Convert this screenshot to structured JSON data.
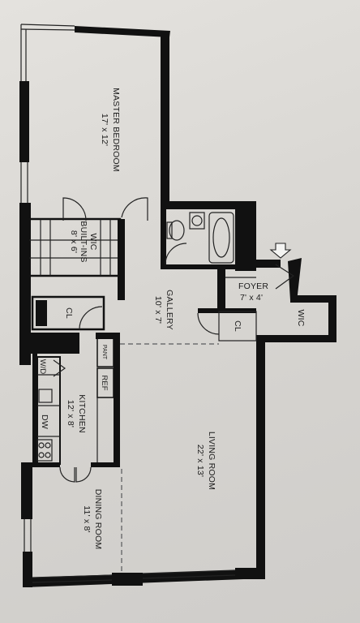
{
  "rooms": {
    "master_bedroom": {
      "name": "MASTER BEDROOM",
      "dims": "17' x 12'"
    },
    "wic_builtins": {
      "name": "WIC",
      "sub": "BUILT-INS",
      "dims": "8' x 6'"
    },
    "gallery": {
      "name": "GALLERY",
      "dims": "10' x 7'"
    },
    "foyer": {
      "name": "FOYER",
      "dims": "7' x 4'"
    },
    "foyer_wic": {
      "name": "WIC"
    },
    "closet_left": {
      "name": "CL"
    },
    "closet_foyer": {
      "name": "CL"
    },
    "kitchen": {
      "name": "KITCHEN",
      "dims": "12' x 8'"
    },
    "living_room": {
      "name": "LIVING ROOM",
      "dims": "22' x 13'"
    },
    "dining_room": {
      "name": "DINING ROOM",
      "dims": "11' x 8'"
    }
  },
  "fixtures": {
    "washer_dryer": "W/D",
    "dishwasher": "DW",
    "refrigerator": "REF",
    "pantry": "PANT"
  }
}
